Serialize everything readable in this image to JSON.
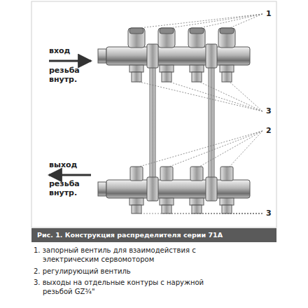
{
  "diagram": {
    "caption": "Рис. 1. Конструкция распределителя серии 71А",
    "labels": [
      "1",
      "вход",
      "резьба внутр.",
      "3",
      "2",
      "выход",
      "резьба внутр.",
      "3",
      "1. запорный вентиль для взаимодействия с электрическим сервомотором",
      "2. регулирующий вентиль",
      "3. выходы на отдельные контуры с наружной резьбой GZ¾\""
    ]
  }
}
